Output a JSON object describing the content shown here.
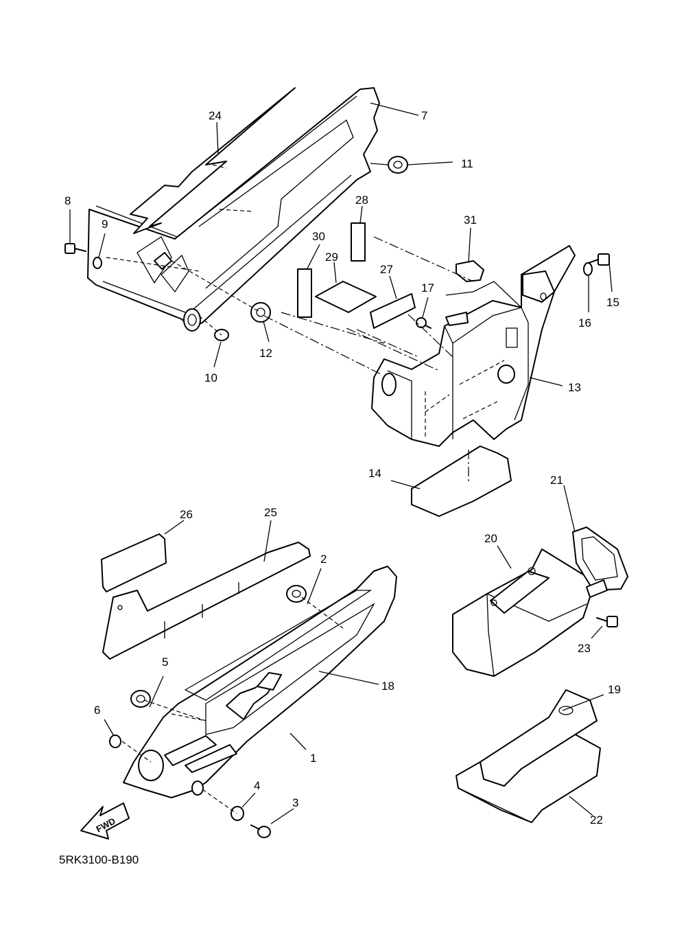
{
  "diagram": {
    "code": "5RK3100-B190",
    "fwd_label": "FWD",
    "callouts": [
      "1",
      "2",
      "3",
      "4",
      "5",
      "6",
      "7",
      "8",
      "9",
      "10",
      "11",
      "12",
      "13",
      "14",
      "15",
      "16",
      "17",
      "18",
      "19",
      "20",
      "21",
      "22",
      "23",
      "24",
      "25",
      "26",
      "27",
      "28",
      "29",
      "30",
      "31"
    ]
  }
}
